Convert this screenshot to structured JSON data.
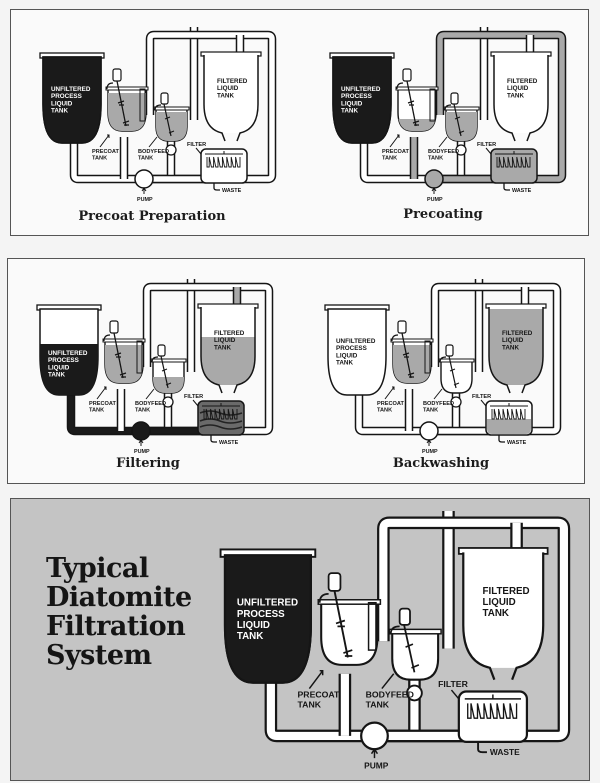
{
  "title": {
    "lines": [
      "Typical",
      "Diatomite",
      "Filtration",
      "System"
    ]
  },
  "labels": {
    "unfiltered_tank": [
      "UNFILTERED",
      "PROCESS",
      "LIQUID",
      "TANK"
    ],
    "filtered_tank": [
      "FILTERED",
      "LIQUID",
      "TANK"
    ],
    "precoat_tank": [
      "PRECOAT",
      "TANK"
    ],
    "bodyfeed_tank": [
      "BODYFEED",
      "TANK"
    ],
    "filter": "FILTER",
    "pump": "PUMP",
    "waste": "WASTE"
  },
  "panels": [
    {
      "id": "precoat-preparation",
      "caption": "Precoat Preparation",
      "state": {
        "unfiltered_fill": "full-dark",
        "precoat_fill": "full-gray",
        "bodyfeed_fill": "full-gray",
        "filtered_fill": "empty",
        "filter_fill": "empty",
        "pipe_fill": "none",
        "pump_fill": "empty"
      }
    },
    {
      "id": "precoating",
      "caption": "Precoating",
      "state": {
        "unfiltered_fill": "full-dark",
        "precoat_fill": "low-gray",
        "bodyfeed_fill": "full-gray",
        "filtered_fill": "empty",
        "filter_fill": "gray",
        "pipe_fill": "precoat-loop-gray",
        "pump_fill": "gray"
      }
    },
    {
      "id": "filtering",
      "caption": "Filtering",
      "state": {
        "unfiltered_fill": "partial-dark",
        "precoat_fill": "full-gray",
        "bodyfeed_fill": "partial-gray",
        "filtered_fill": "partial-gray",
        "filter_fill": "dark-mixed",
        "pipe_fill": "process-dark-and-filtered-gray",
        "pump_fill": "dark"
      }
    },
    {
      "id": "backwashing",
      "caption": "Backwashing",
      "state": {
        "unfiltered_fill": "empty",
        "precoat_fill": "full-gray",
        "bodyfeed_fill": "empty",
        "filtered_fill": "full-gray",
        "filter_fill": "lower-gray",
        "pipe_fill": "none",
        "pump_fill": "empty"
      }
    },
    {
      "id": "typical-system",
      "caption": "",
      "state": {
        "unfiltered_fill": "full-dark",
        "precoat_fill": "empty",
        "bodyfeed_fill": "empty",
        "filtered_fill": "empty",
        "filter_fill": "empty",
        "pipe_fill": "none",
        "pump_fill": "empty"
      }
    }
  ],
  "colors": {
    "ink": "#151515",
    "tank_dark": "#1a1a1a",
    "liquid_gray": "#a9a9a9",
    "panel_white": "#fafafa",
    "panel_gray": "#c4c4c4",
    "page": "#f4f4f4"
  }
}
